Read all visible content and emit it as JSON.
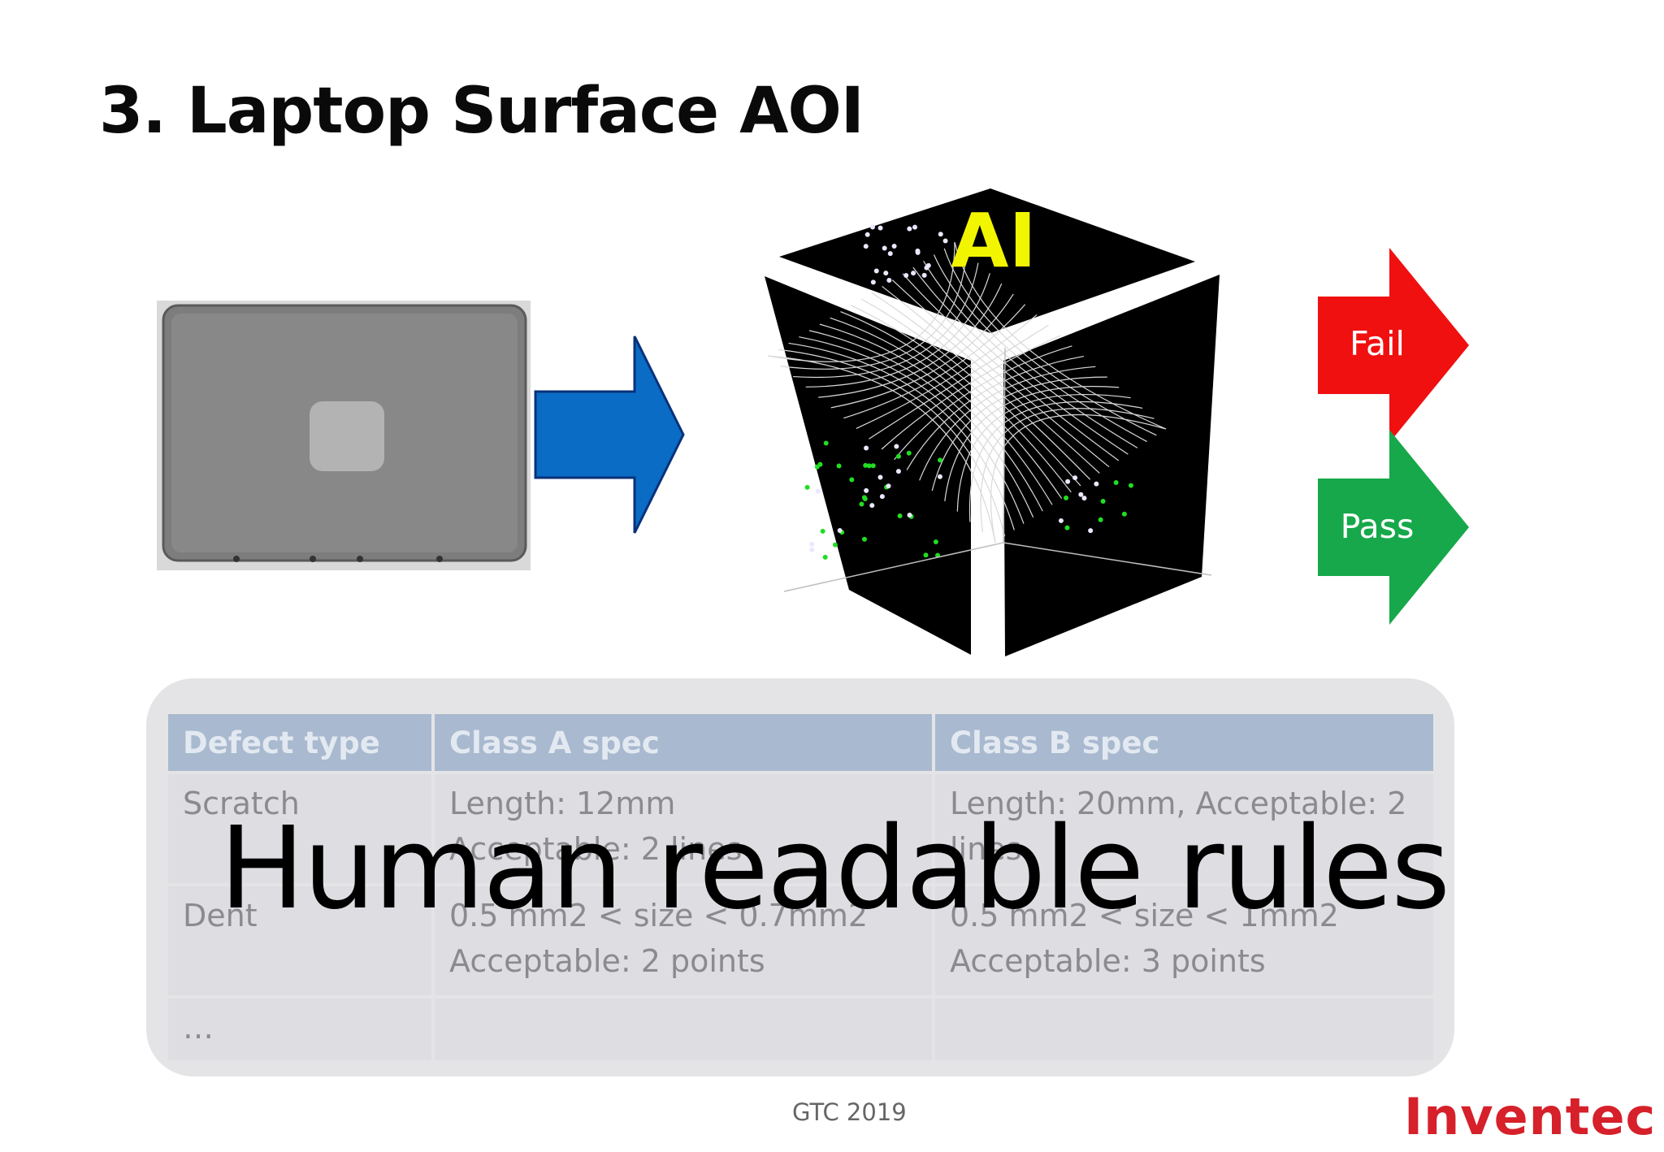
{
  "slide": {
    "title": "3. Laptop Surface AOI",
    "ai_label": "AI",
    "fail_label": "Fail",
    "pass_label": "Pass",
    "overlay_text": "Human readable rules",
    "footer": "GTC 2019",
    "brand": "Inventec"
  },
  "rules_table": {
    "headers": [
      "Defect type",
      "Class A spec",
      "Class B spec"
    ],
    "rows": [
      [
        "Scratch",
        "Length: 12mm\nAcceptable: 2 lines",
        "Length: 20mm, Acceptable: 2 lines"
      ],
      [
        "Dent",
        "0.5 mm2 < size < 0.7mm2\nAcceptable: 2 points",
        "0.5 mm2 < size < 1mm2\nAcceptable: 3 points"
      ],
      [
        "…",
        "",
        ""
      ]
    ]
  },
  "colors": {
    "fail": "#f01010",
    "pass": "#16a84a",
    "arrow_blue": "#0a6cc4",
    "ai_text": "#f2f500",
    "brand": "#d6202a",
    "table_header": "#a9b9cf"
  }
}
